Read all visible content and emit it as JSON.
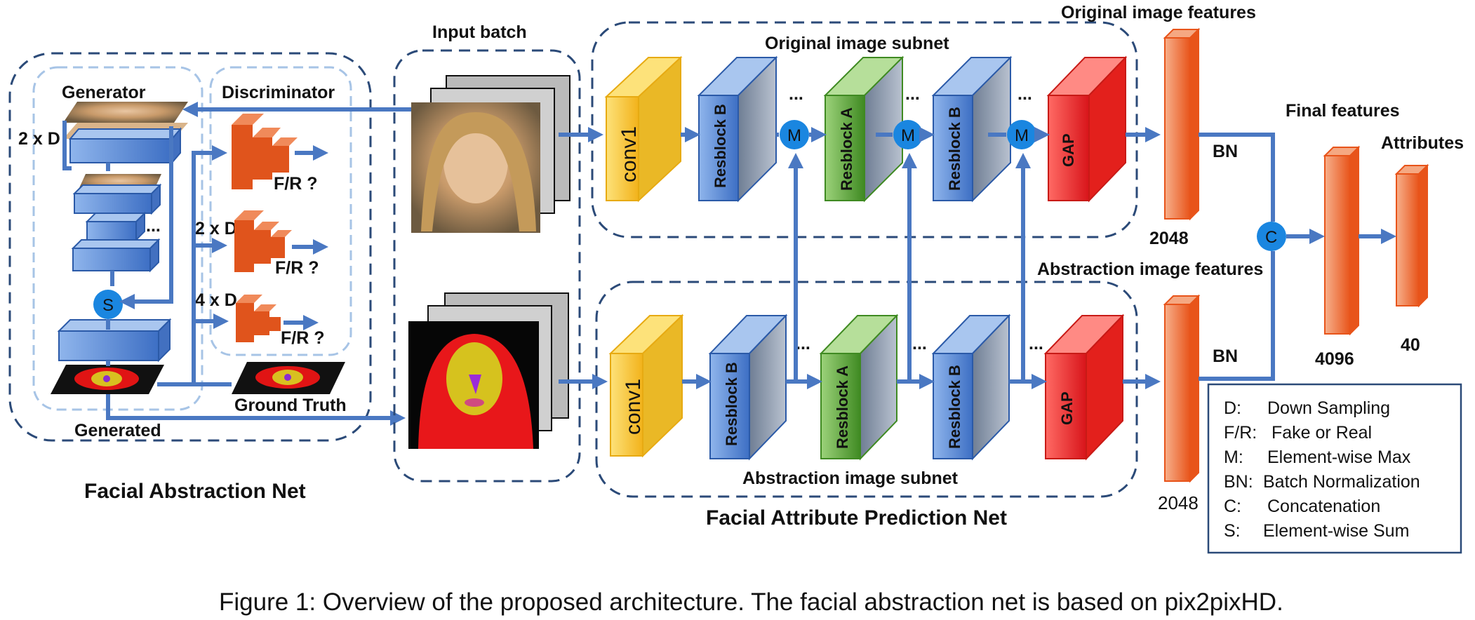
{
  "facial_abstraction_net": {
    "title": "Facial Abstraction Net",
    "generator_label": "Generator",
    "discriminator_label": "Discriminator",
    "gen_scale_label": "2 x D",
    "disc_scale_2": "2 x D",
    "disc_scale_4": "4 x D",
    "fake_real_label": "F/R ?",
    "generated_label": "Generated",
    "ground_truth_label": "Ground Truth",
    "sum_symbol": "S"
  },
  "input_batch": {
    "title": "Input batch"
  },
  "original_subnet": {
    "title": "Original image subnet",
    "conv1": "conv1",
    "resblock_b": "Resblock B",
    "resblock_a": "Resblock A",
    "gap": "GAP",
    "max_symbol": "M",
    "ellipsis": "..."
  },
  "abstraction_subnet": {
    "title": "Abstraction image subnet",
    "conv1": "conv1",
    "resblock_b": "Resblock B",
    "resblock_a": "Resblock A",
    "gap": "GAP",
    "ellipsis": "..."
  },
  "prediction_net": {
    "title": "Facial Attribute Prediction Net",
    "original_features_label": "Original image features",
    "abstraction_features_label": "Abstraction image features",
    "final_features_label": "Final features",
    "attributes_label": "Attributes",
    "bn_label": "BN",
    "concat_symbol": "C",
    "orig_dim": "2048",
    "abs_dim": "2048",
    "final_dim": "4096",
    "attr_dim": "40"
  },
  "legend": [
    {
      "key": "D:",
      "desc": "Down Sampling"
    },
    {
      "key": "F/R:",
      "desc": "Fake or Real"
    },
    {
      "key": "M:",
      "desc": "Element-wise Max"
    },
    {
      "key": "BN:",
      "desc": "Batch Normalization"
    },
    {
      "key": "C:",
      "desc": "Concatenation"
    },
    {
      "key": "S:",
      "desc": "Element-wise Sum"
    }
  ],
  "caption": "Figure 1: Overview of the proposed architecture. The facial abstraction net is based on pix2pixHD.",
  "colors": {
    "arrow": "#4a78c2",
    "conv": "#f6c21c",
    "resblock_b": "#4a7fd0",
    "resblock_a": "#4e9b2e",
    "gap": "#e5231e",
    "feature": "#ec6a2c",
    "disc": "#e0541c",
    "circle": "#1a86e0",
    "dashed_dark": "#2b4a78",
    "dashed_light": "#a7c4e6"
  }
}
